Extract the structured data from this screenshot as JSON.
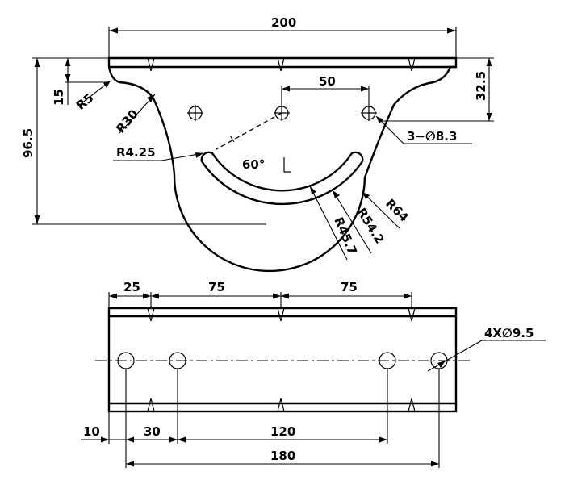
{
  "top_view": {
    "dims": {
      "overall_width": "200",
      "overall_height": "96.5",
      "left_offset": "15",
      "right_offset": "32.5",
      "hole_spacing": "50",
      "hole_note": "3−∅8.3",
      "angle": "60°"
    },
    "radii": {
      "r5": "R5",
      "r30": "R30",
      "r4_25": "R4.25",
      "r45_7": "R45.7",
      "r54_2": "R54.2",
      "r64": "R64"
    }
  },
  "bottom_view": {
    "dims": {
      "d25": "25",
      "d75a": "75",
      "d75b": "75",
      "d10": "10",
      "d30": "30",
      "d120": "120",
      "d180": "180",
      "hole_note": "4X∅9.5"
    }
  }
}
